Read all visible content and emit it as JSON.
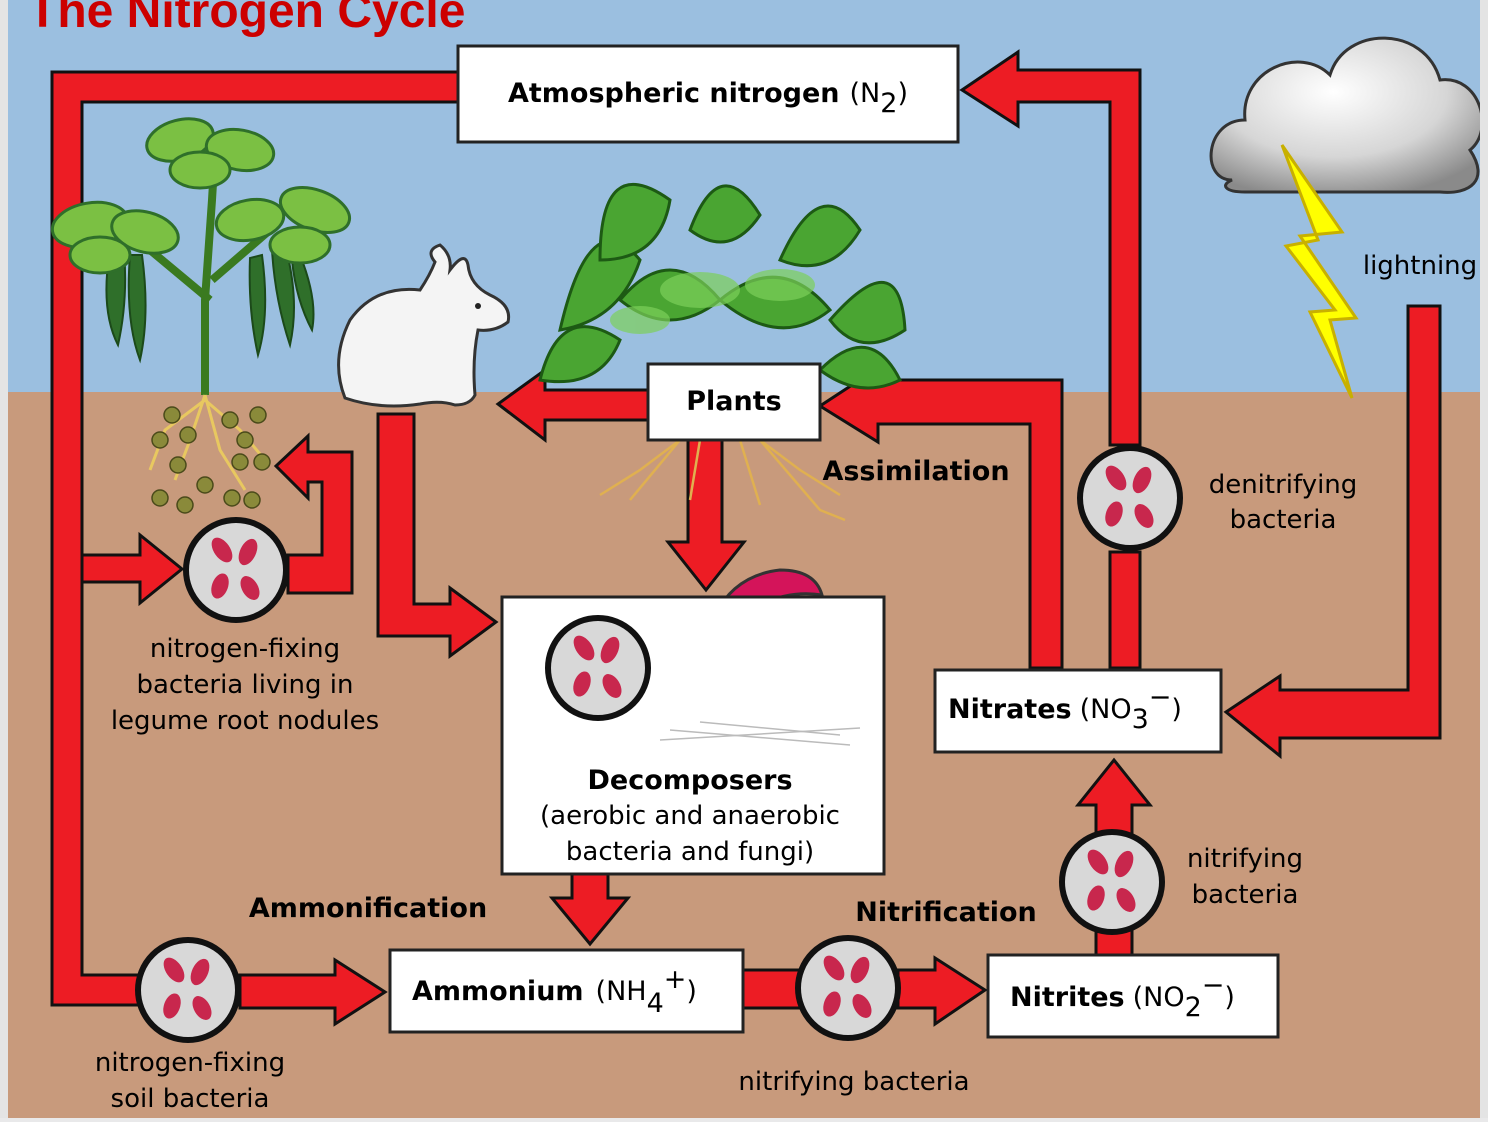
{
  "title": "The Nitrogen Cycle",
  "colors": {
    "sky": "#9bbfe0",
    "soil": "#c89a7c",
    "arrow": "#ed1c24",
    "title": "#cc0000",
    "bacteria": "#c8274d"
  },
  "nodes": {
    "atmospheric": {
      "name": "Atmospheric nitrogen",
      "formula_open": "(N",
      "formula_sub": "2",
      "formula_close": ")"
    },
    "plants": {
      "name": "Plants"
    },
    "decomposers": {
      "name": "Decomposers",
      "line1": "(aerobic and anaerobic",
      "line2": "bacteria and fungi)"
    },
    "nitrates": {
      "name": "Nitrates",
      "formula_open": "(NO",
      "formula_sub": "3",
      "formula_sup": "−",
      "formula_close": ")"
    },
    "ammonium": {
      "name": "Ammonium",
      "formula_open": "(NH",
      "formula_sub": "4",
      "formula_sup": "+",
      "formula_close": ")"
    },
    "nitrites": {
      "name": "Nitrites",
      "formula_open": "(NO",
      "formula_sub": "2",
      "formula_sup": "−",
      "formula_close": ")"
    }
  },
  "processes": {
    "assimilation": "Assimilation",
    "ammonification": "Ammonification",
    "nitrification": "Nitrification"
  },
  "labels": {
    "lightning": "lightning",
    "denitrifying": [
      "denitrifying",
      "bacteria"
    ],
    "nitrifying_upper": [
      "nitrifying",
      "bacteria"
    ],
    "legume": [
      "nitrogen-fixing",
      "bacteria living in",
      "legume root nodules"
    ],
    "soil_bacteria": [
      "nitrogen-fixing",
      "soil bacteria"
    ],
    "nitrifying_bottom": "nitrifying bacteria"
  },
  "icons": [
    "cloud-icon",
    "lightning-bolt-icon",
    "rabbit-icon",
    "plant-icon",
    "legume-plant-icon",
    "mushroom-icon",
    "bacteria-icon"
  ]
}
